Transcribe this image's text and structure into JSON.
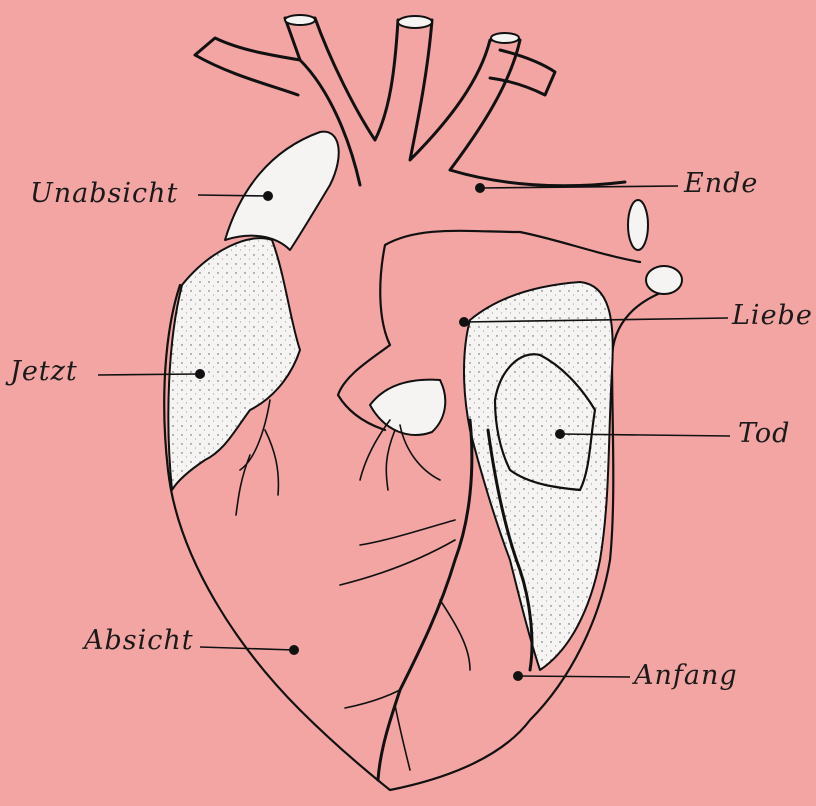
{
  "labels": {
    "unabsicht": "Unabsicht",
    "ende": "Ende",
    "liebe": "Liebe",
    "jetzt": "Jetzt",
    "tod": "Tod",
    "absicht": "Absicht",
    "anfang": "Anfang"
  },
  "colors": {
    "background": "#f2a5a3",
    "ink": "#111111",
    "highlight": "#f6f3f3"
  }
}
